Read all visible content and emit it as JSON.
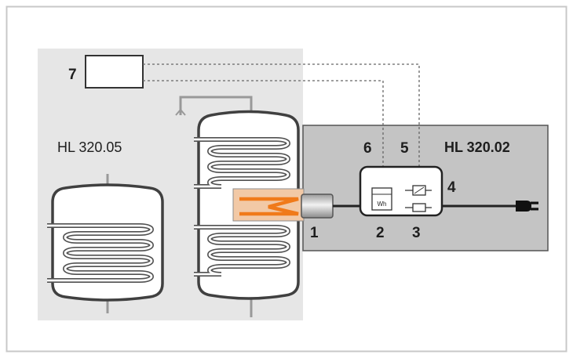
{
  "diagram": {
    "labels": {
      "left_unit": "HL 320.05",
      "right_unit": "HL 320.02",
      "n1": "1",
      "n2": "2",
      "n3": "3",
      "n4": "4",
      "n5": "5",
      "n6": "6",
      "n7": "7",
      "meter": "Wh"
    },
    "colors": {
      "outer_border": "#c8c8c8",
      "left_panel": "#e6e6e6",
      "right_panel": "#c4c4c4",
      "heater": "#f07a1a",
      "heater_box": "#f2c9a6",
      "tank_stroke": "#404040",
      "coil_stroke": "#505050",
      "dashed": "#666666"
    }
  }
}
